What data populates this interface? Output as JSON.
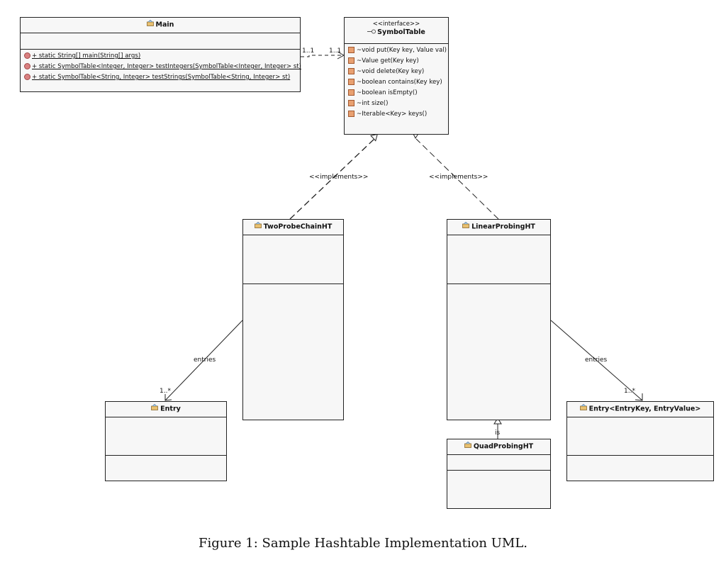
{
  "classes": {
    "main": {
      "name": "Main",
      "methods": [
        "+ static String[] main(String[] args)",
        "+ static SymbolTable<Integer, Integer> testIntegers(SymbolTable<Integer, Integer> st)",
        "+ static SymbolTable<String, Integer> testStrings(SymbolTable<String, Integer> st)"
      ]
    },
    "symbol_table": {
      "stereotype": "<<interface>>",
      "name": "SymbolTable",
      "methods": [
        "~void put(Key key, Value val)",
        "~Value get(Key key)",
        "~void delete(Key key)",
        "~boolean contains(Key key)",
        "~boolean isEmpty()",
        "~int size()",
        "~Iterable<Key> keys()"
      ]
    },
    "two_probe": {
      "name": "TwoProbeChainHT"
    },
    "linear_probing": {
      "name": "LinearProbingHT"
    },
    "quad_probing": {
      "name": "QuadProbingHT"
    },
    "entry": {
      "name": "Entry"
    },
    "entry_generic": {
      "name": "Entry<EntryKey, EntryValue>"
    }
  },
  "edges": {
    "main_to_st_source_mult": "1..1",
    "main_to_st_target_mult": "1..1",
    "implements_left": "<<implements>>",
    "implements_right": "<<implements>>",
    "entries_left": "entries",
    "entries_left_mult": "1..*",
    "entries_right": "entries",
    "entries_right_mult": "1..*",
    "is_label": "is"
  },
  "caption": "Figure 1: Sample Hashtable Implementation UML."
}
